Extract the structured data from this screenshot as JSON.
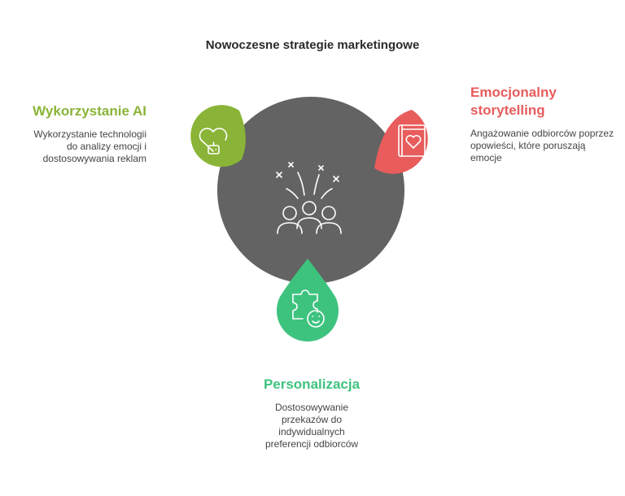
{
  "title": "Nowoczesne strategie marketingowe",
  "colors": {
    "center": "#636363",
    "ai": "#8ab437",
    "storytelling": "#e85c5c",
    "personalization": "#3ec37f"
  },
  "center": {
    "icon": "crowd-celebration-icon"
  },
  "items": {
    "ai": {
      "heading": "Wykorzystanie AI",
      "description": "Wykorzystanie technologii do analizy emocji i dostosowywania reklam",
      "icon": "heart-robot-icon"
    },
    "storytelling": {
      "heading_line1": "Emocjonalny",
      "heading_line2": "storytelling",
      "description": "Angażowanie odbiorców poprzez opowieści, które poruszają emocje",
      "icon": "heart-book-icon"
    },
    "personalization": {
      "heading": "Personalizacja",
      "description": "Dostosowywanie przekazów do indywidualnych preferencji odbiorców",
      "icon": "puzzle-face-icon"
    }
  }
}
